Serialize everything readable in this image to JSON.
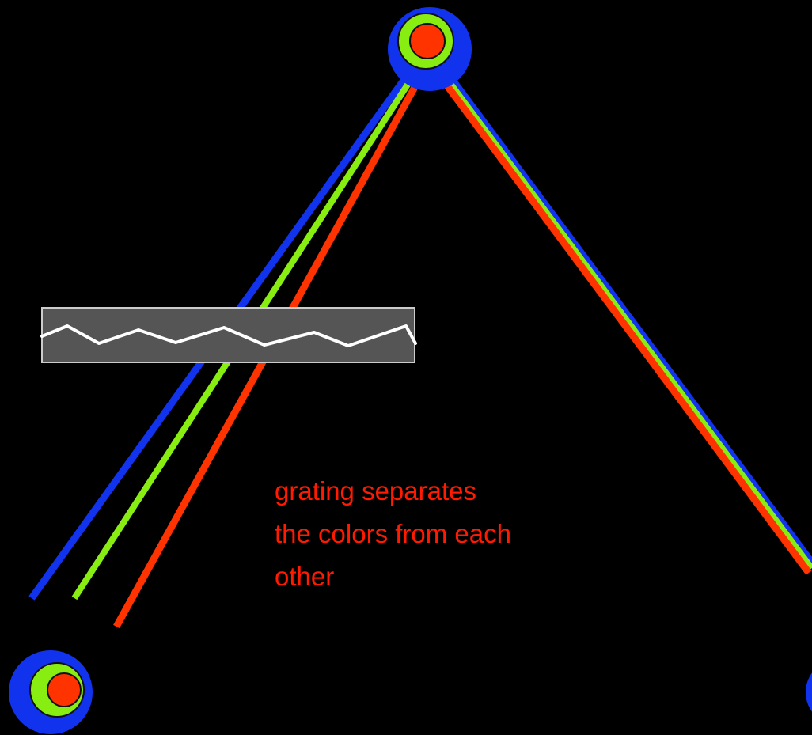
{
  "colors": {
    "background": "#000000",
    "blue": "#1133ee",
    "green": "#88ee11",
    "red": "#ff3300",
    "grating_fill": "#555555",
    "grating_border": "#cccccc",
    "grating_wave": "#ffffff",
    "caption": "#ff1a00"
  },
  "caption": {
    "lines": [
      "grating separates",
      "the colors from each",
      "other"
    ]
  }
}
